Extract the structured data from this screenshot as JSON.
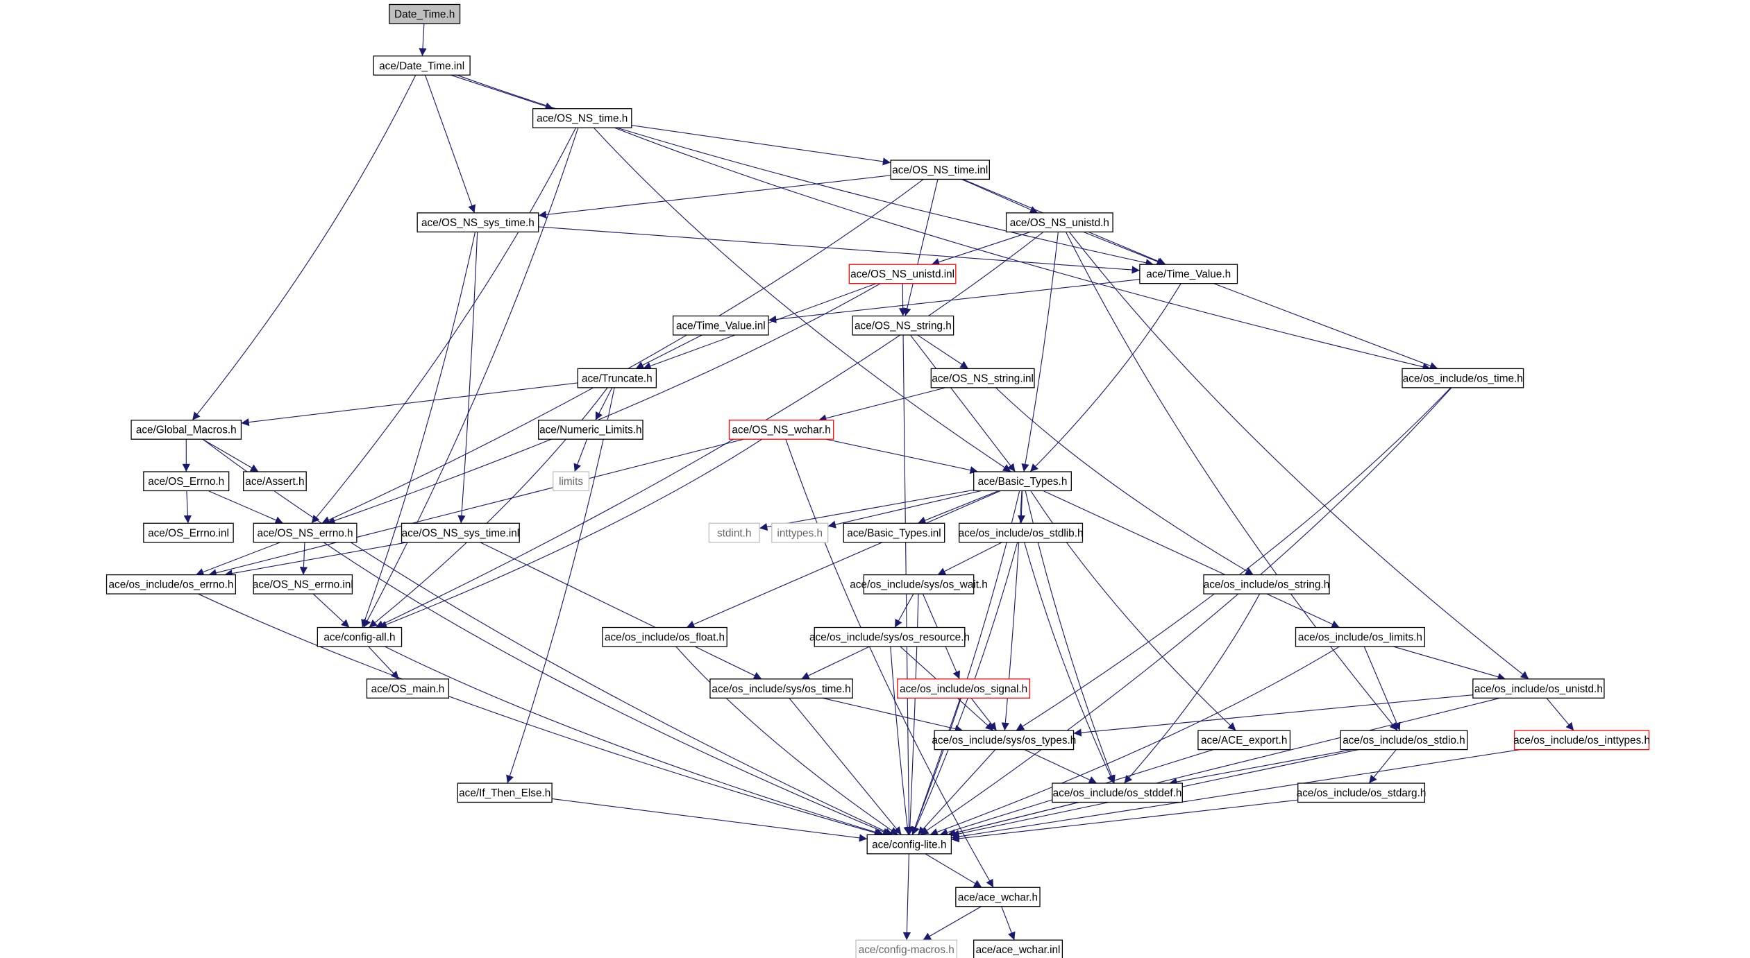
{
  "title": "Date_Time.h",
  "colors": {
    "edge": "#191970",
    "root_fill": "#bfbfbf",
    "truncated_border": "#ff0000",
    "external_border": "#bfbfbf"
  },
  "nodes": [
    {
      "id": "n1",
      "label": "Date_Time.h",
      "kind": "root"
    },
    {
      "id": "n2",
      "label": "ace/Date_Time.inl",
      "kind": "normal"
    },
    {
      "id": "n3",
      "label": "ace/OS_NS_time.h",
      "kind": "normal"
    },
    {
      "id": "n4",
      "label": "ace/OS_NS_time.inl",
      "kind": "normal"
    },
    {
      "id": "n5",
      "label": "ace/OS_NS_sys_time.h",
      "kind": "normal"
    },
    {
      "id": "n6",
      "label": "ace/OS_NS_unistd.h",
      "kind": "normal"
    },
    {
      "id": "n7",
      "label": "ace/OS_NS_unistd.inl",
      "kind": "red"
    },
    {
      "id": "n8",
      "label": "ace/Time_Value.h",
      "kind": "normal"
    },
    {
      "id": "n9",
      "label": "ace/Time_Value.inl",
      "kind": "normal"
    },
    {
      "id": "n10",
      "label": "ace/OS_NS_string.h",
      "kind": "normal"
    },
    {
      "id": "n11",
      "label": "ace/os_include/os_time.h",
      "kind": "normal"
    },
    {
      "id": "n12",
      "label": "ace/Truncate.h",
      "kind": "normal"
    },
    {
      "id": "n13",
      "label": "ace/OS_NS_string.inl",
      "kind": "normal"
    },
    {
      "id": "n14",
      "label": "ace/Global_Macros.h",
      "kind": "normal"
    },
    {
      "id": "n15",
      "label": "ace/Numeric_Limits.h",
      "kind": "normal"
    },
    {
      "id": "n16",
      "label": "ace/OS_NS_wchar.h",
      "kind": "red"
    },
    {
      "id": "n17",
      "label": "limits",
      "kind": "gray"
    },
    {
      "id": "n18",
      "label": "ace/OS_Errno.h",
      "kind": "normal"
    },
    {
      "id": "n19",
      "label": "ace/Assert.h",
      "kind": "normal"
    },
    {
      "id": "n20",
      "label": "ace/Basic_Types.h",
      "kind": "normal"
    },
    {
      "id": "n21",
      "label": "ace/OS_Errno.inl",
      "kind": "normal"
    },
    {
      "id": "n22",
      "label": "ace/OS_NS_errno.h",
      "kind": "normal"
    },
    {
      "id": "n23",
      "label": "ace/OS_NS_sys_time.inl",
      "kind": "normal"
    },
    {
      "id": "n24",
      "label": "stdint.h",
      "kind": "gray"
    },
    {
      "id": "n25",
      "label": "inttypes.h",
      "kind": "gray"
    },
    {
      "id": "n26",
      "label": "ace/Basic_Types.inl",
      "kind": "normal"
    },
    {
      "id": "n27",
      "label": "ace/os_include/os_stdlib.h",
      "kind": "normal"
    },
    {
      "id": "n28",
      "label": "ace/os_include/os_errno.h",
      "kind": "normal"
    },
    {
      "id": "n29",
      "label": "ace/OS_NS_errno.inl",
      "kind": "normal"
    },
    {
      "id": "n30",
      "label": "ace/os_include/sys/os_wait.h",
      "kind": "normal"
    },
    {
      "id": "n31",
      "label": "ace/os_include/os_string.h",
      "kind": "normal"
    },
    {
      "id": "n32",
      "label": "ace/config-all.h",
      "kind": "normal"
    },
    {
      "id": "n33",
      "label": "ace/os_include/os_float.h",
      "kind": "normal"
    },
    {
      "id": "n34",
      "label": "ace/os_include/sys/os_resource.h",
      "kind": "normal"
    },
    {
      "id": "n35",
      "label": "ace/os_include/os_limits.h",
      "kind": "normal"
    },
    {
      "id": "n36",
      "label": "ace/OS_main.h",
      "kind": "normal"
    },
    {
      "id": "n37",
      "label": "ace/os_include/sys/os_time.h",
      "kind": "normal"
    },
    {
      "id": "n38",
      "label": "ace/os_include/os_signal.h",
      "kind": "red"
    },
    {
      "id": "n39",
      "label": "ace/os_include/os_unistd.h",
      "kind": "normal"
    },
    {
      "id": "n40",
      "label": "ace/os_include/sys/os_types.h",
      "kind": "normal"
    },
    {
      "id": "n41",
      "label": "ace/ACE_export.h",
      "kind": "normal"
    },
    {
      "id": "n42",
      "label": "ace/os_include/os_stdio.h",
      "kind": "normal"
    },
    {
      "id": "n43",
      "label": "ace/os_include/os_inttypes.h",
      "kind": "red"
    },
    {
      "id": "n44",
      "label": "ace/If_Then_Else.h",
      "kind": "normal"
    },
    {
      "id": "n45",
      "label": "ace/os_include/os_stddef.h",
      "kind": "normal"
    },
    {
      "id": "n46",
      "label": "ace/os_include/os_stdarg.h",
      "kind": "normal"
    },
    {
      "id": "n47",
      "label": "ace/config-lite.h",
      "kind": "normal"
    },
    {
      "id": "n48",
      "label": "ace/ace_wchar.h",
      "kind": "normal"
    },
    {
      "id": "n49",
      "label": "ace/config-macros.h",
      "kind": "gray"
    },
    {
      "id": "n50",
      "label": "ace/ace_wchar.inl",
      "kind": "normal"
    }
  ],
  "edges": [
    [
      "n1",
      "n2"
    ],
    [
      "n2",
      "n3"
    ],
    [
      "n2",
      "n5"
    ],
    [
      "n2",
      "n14"
    ],
    [
      "n2",
      "n8"
    ],
    [
      "n3",
      "n4"
    ],
    [
      "n3",
      "n11"
    ],
    [
      "n3",
      "n32"
    ],
    [
      "n3",
      "n22"
    ],
    [
      "n3",
      "n20"
    ],
    [
      "n4",
      "n5"
    ],
    [
      "n4",
      "n6"
    ],
    [
      "n4",
      "n8"
    ],
    [
      "n4",
      "n10"
    ],
    [
      "n4",
      "n22"
    ],
    [
      "n5",
      "n8"
    ],
    [
      "n5",
      "n23"
    ],
    [
      "n5",
      "n32"
    ],
    [
      "n6",
      "n7"
    ],
    [
      "n6",
      "n8"
    ],
    [
      "n6",
      "n20"
    ],
    [
      "n6",
      "n39"
    ],
    [
      "n6",
      "n42"
    ],
    [
      "n6",
      "n32"
    ],
    [
      "n7",
      "n10"
    ],
    [
      "n7",
      "n12"
    ],
    [
      "n7",
      "n22"
    ],
    [
      "n8",
      "n9"
    ],
    [
      "n8",
      "n11"
    ],
    [
      "n8",
      "n20"
    ],
    [
      "n9",
      "n12"
    ],
    [
      "n10",
      "n13"
    ],
    [
      "n10",
      "n20"
    ],
    [
      "n10",
      "n47"
    ],
    [
      "n13",
      "n16"
    ],
    [
      "n13",
      "n31"
    ],
    [
      "n12",
      "n14"
    ],
    [
      "n12",
      "n15"
    ],
    [
      "n12",
      "n44"
    ],
    [
      "n12",
      "n32"
    ],
    [
      "n11",
      "n40"
    ],
    [
      "n11",
      "n47"
    ],
    [
      "n14",
      "n18"
    ],
    [
      "n14",
      "n19"
    ],
    [
      "n14",
      "n47"
    ],
    [
      "n15",
      "n17"
    ],
    [
      "n16",
      "n20"
    ],
    [
      "n16",
      "n28"
    ],
    [
      "n16",
      "n32"
    ],
    [
      "n16",
      "n48"
    ],
    [
      "n18",
      "n21"
    ],
    [
      "n18",
      "n22"
    ],
    [
      "n22",
      "n28"
    ],
    [
      "n22",
      "n29"
    ],
    [
      "n22",
      "n47"
    ],
    [
      "n23",
      "n28"
    ],
    [
      "n23",
      "n37"
    ],
    [
      "n20",
      "n24"
    ],
    [
      "n20",
      "n25"
    ],
    [
      "n20",
      "n26"
    ],
    [
      "n20",
      "n27"
    ],
    [
      "n20",
      "n33"
    ],
    [
      "n20",
      "n40"
    ],
    [
      "n20",
      "n45"
    ],
    [
      "n20",
      "n41"
    ],
    [
      "n20",
      "n35"
    ],
    [
      "n20",
      "n47"
    ],
    [
      "n27",
      "n30"
    ],
    [
      "n27",
      "n45"
    ],
    [
      "n27",
      "n47"
    ],
    [
      "n28",
      "n47"
    ],
    [
      "n29",
      "n32"
    ],
    [
      "n30",
      "n34"
    ],
    [
      "n30",
      "n38"
    ],
    [
      "n30",
      "n47"
    ],
    [
      "n31",
      "n45"
    ],
    [
      "n32",
      "n36"
    ],
    [
      "n32",
      "n47"
    ],
    [
      "n33",
      "n47"
    ],
    [
      "n34",
      "n37"
    ],
    [
      "n34",
      "n40"
    ],
    [
      "n34",
      "n47"
    ],
    [
      "n35",
      "n39"
    ],
    [
      "n35",
      "n42"
    ],
    [
      "n35",
      "n47"
    ],
    [
      "n37",
      "n40"
    ],
    [
      "n37",
      "n47"
    ],
    [
      "n38",
      "n40"
    ],
    [
      "n38",
      "n47"
    ],
    [
      "n39",
      "n40"
    ],
    [
      "n39",
      "n43"
    ],
    [
      "n39",
      "n47"
    ],
    [
      "n40",
      "n45"
    ],
    [
      "n40",
      "n47"
    ],
    [
      "n41",
      "n47"
    ],
    [
      "n42",
      "n45"
    ],
    [
      "n42",
      "n46"
    ],
    [
      "n42",
      "n47"
    ],
    [
      "n43",
      "n47"
    ],
    [
      "n44",
      "n47"
    ],
    [
      "n45",
      "n47"
    ],
    [
      "n46",
      "n47"
    ],
    [
      "n47",
      "n48"
    ],
    [
      "n47",
      "n49"
    ],
    [
      "n48",
      "n49"
    ],
    [
      "n48",
      "n50"
    ]
  ]
}
